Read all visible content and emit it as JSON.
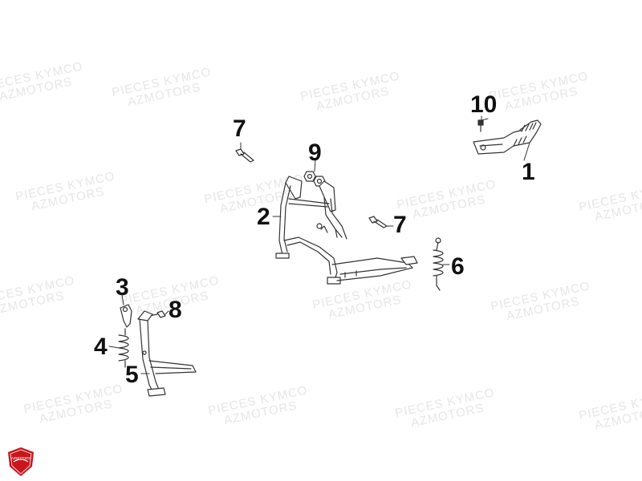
{
  "watermark": {
    "line1": "PIECES KYMCO",
    "line2": "AZMOTORS"
  },
  "logo": {
    "text": "AZMOTORS",
    "color": "#c8161d"
  },
  "callouts": {
    "c1": "1",
    "c2": "2",
    "c3": "3",
    "c4": "4",
    "c5": "5",
    "c6": "6",
    "c7a": "7",
    "c7b": "7",
    "c8": "8",
    "c9": "9",
    "c10": "10"
  },
  "colors": {
    "line": "#333333",
    "callout": "#111111",
    "watermark": "#e6e6e6"
  }
}
